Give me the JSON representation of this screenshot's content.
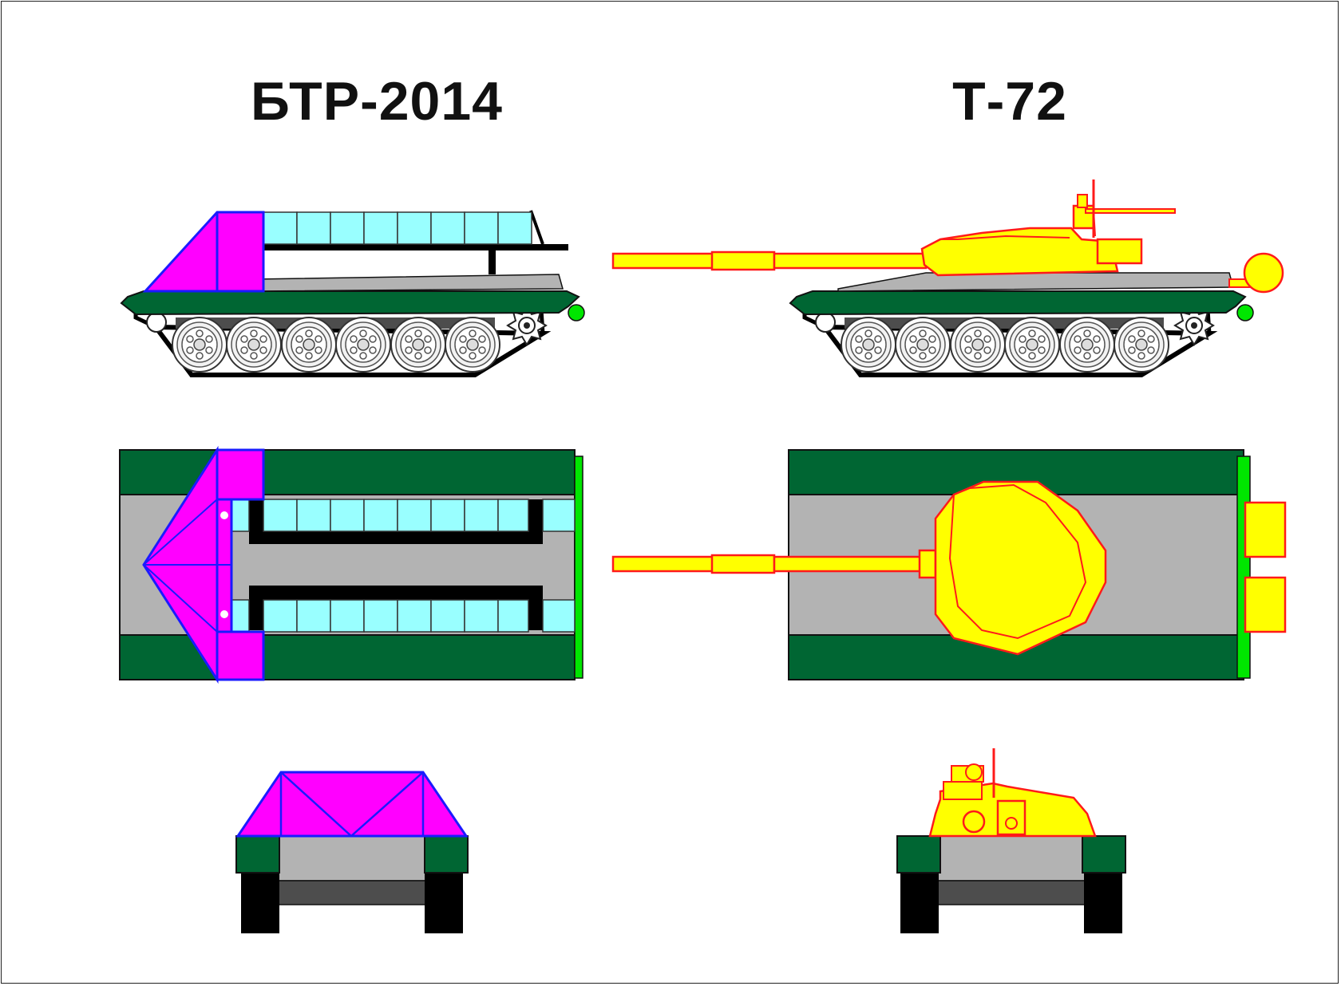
{
  "titles": {
    "left": "БТР-2014",
    "right": "Т-72"
  },
  "colors": {
    "hull_green": "#006633",
    "hull_gray": "#b3b3b3",
    "dark_gray": "#4d4d4d",
    "track_black": "#000000",
    "magenta": "#ff00ff",
    "outline_blue": "#1a1aff",
    "cyan": "#99ffff",
    "yellow": "#ffff00",
    "outline_red": "#ff1a1a",
    "bright_green": "#00e600"
  },
  "views": {
    "left": [
      "side-view",
      "top-view",
      "front-view"
    ],
    "right": [
      "side-view",
      "top-view",
      "front-view"
    ]
  }
}
